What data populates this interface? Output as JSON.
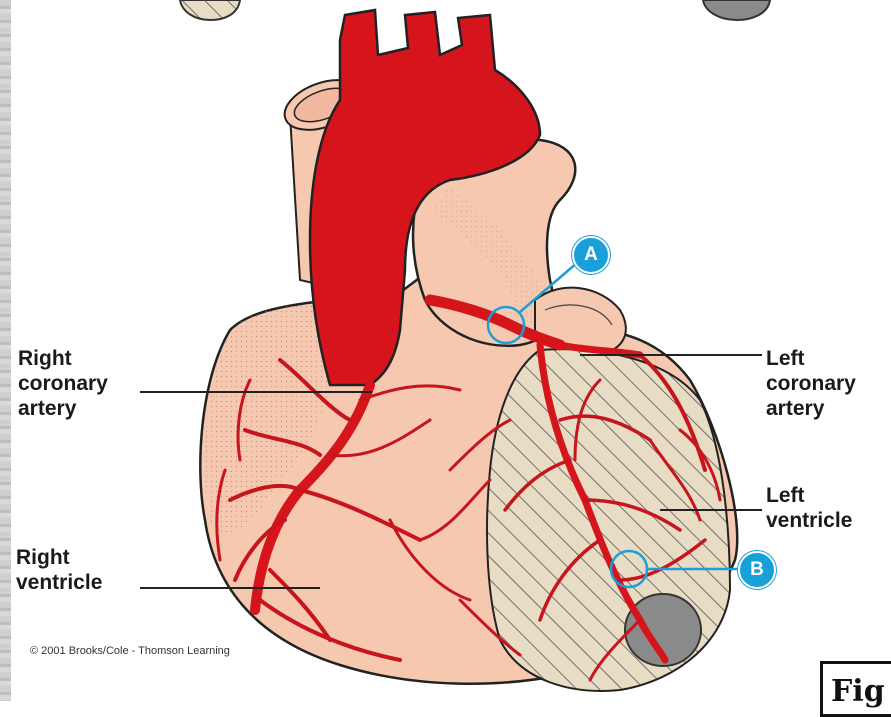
{
  "labels": {
    "right_coronary_artery": [
      "Right",
      "coronary",
      "artery"
    ],
    "right_ventricle": [
      "Right",
      "ventricle"
    ],
    "left_coronary_artery": [
      "Left",
      "coronary",
      "artery"
    ],
    "left_ventricle": [
      "Left",
      "ventricle"
    ]
  },
  "callouts": {
    "a": "A",
    "b": "B"
  },
  "copyright": "© 2001 Brooks/Cole - Thomson Learning",
  "figure_label": "Fig",
  "colors": {
    "artery_red": "#d5141c",
    "heart_tissue": "#f6c8b0",
    "ischemic_zone": "#e8dcc4",
    "infarct": "#8a8a8a",
    "callout_blue": "#1aa0d8"
  }
}
